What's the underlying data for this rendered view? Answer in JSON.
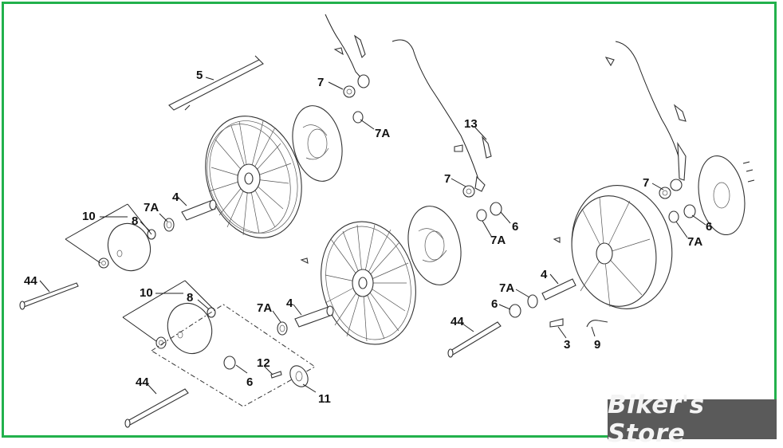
{
  "labels": {
    "l5": "5",
    "l7_a": "7",
    "l7A_a": "7A",
    "l13": "13",
    "l7_b": "7",
    "l7_c": "7",
    "l10_a": "10",
    "l7A_b": "7A",
    "l4_a": "4",
    "l8_a": "8",
    "l6_a": "6",
    "l7A_c": "7A",
    "l6_b": "6",
    "l7A_d": "7A",
    "l44_a": "44",
    "l10_b": "10",
    "l8_b": "8",
    "l7A_e": "7A",
    "l4_b": "4",
    "l4_c": "4",
    "l7A_f": "7A",
    "l6_c": "6",
    "l44_b": "44",
    "l3": "3",
    "l9": "9",
    "l12": "12",
    "l6_d": "6",
    "l44_c": "44",
    "l11": "11"
  },
  "watermark": "Biker's Store",
  "colors": {
    "frame": "#22b14c",
    "watermark_bg": "#5a5a5a"
  }
}
